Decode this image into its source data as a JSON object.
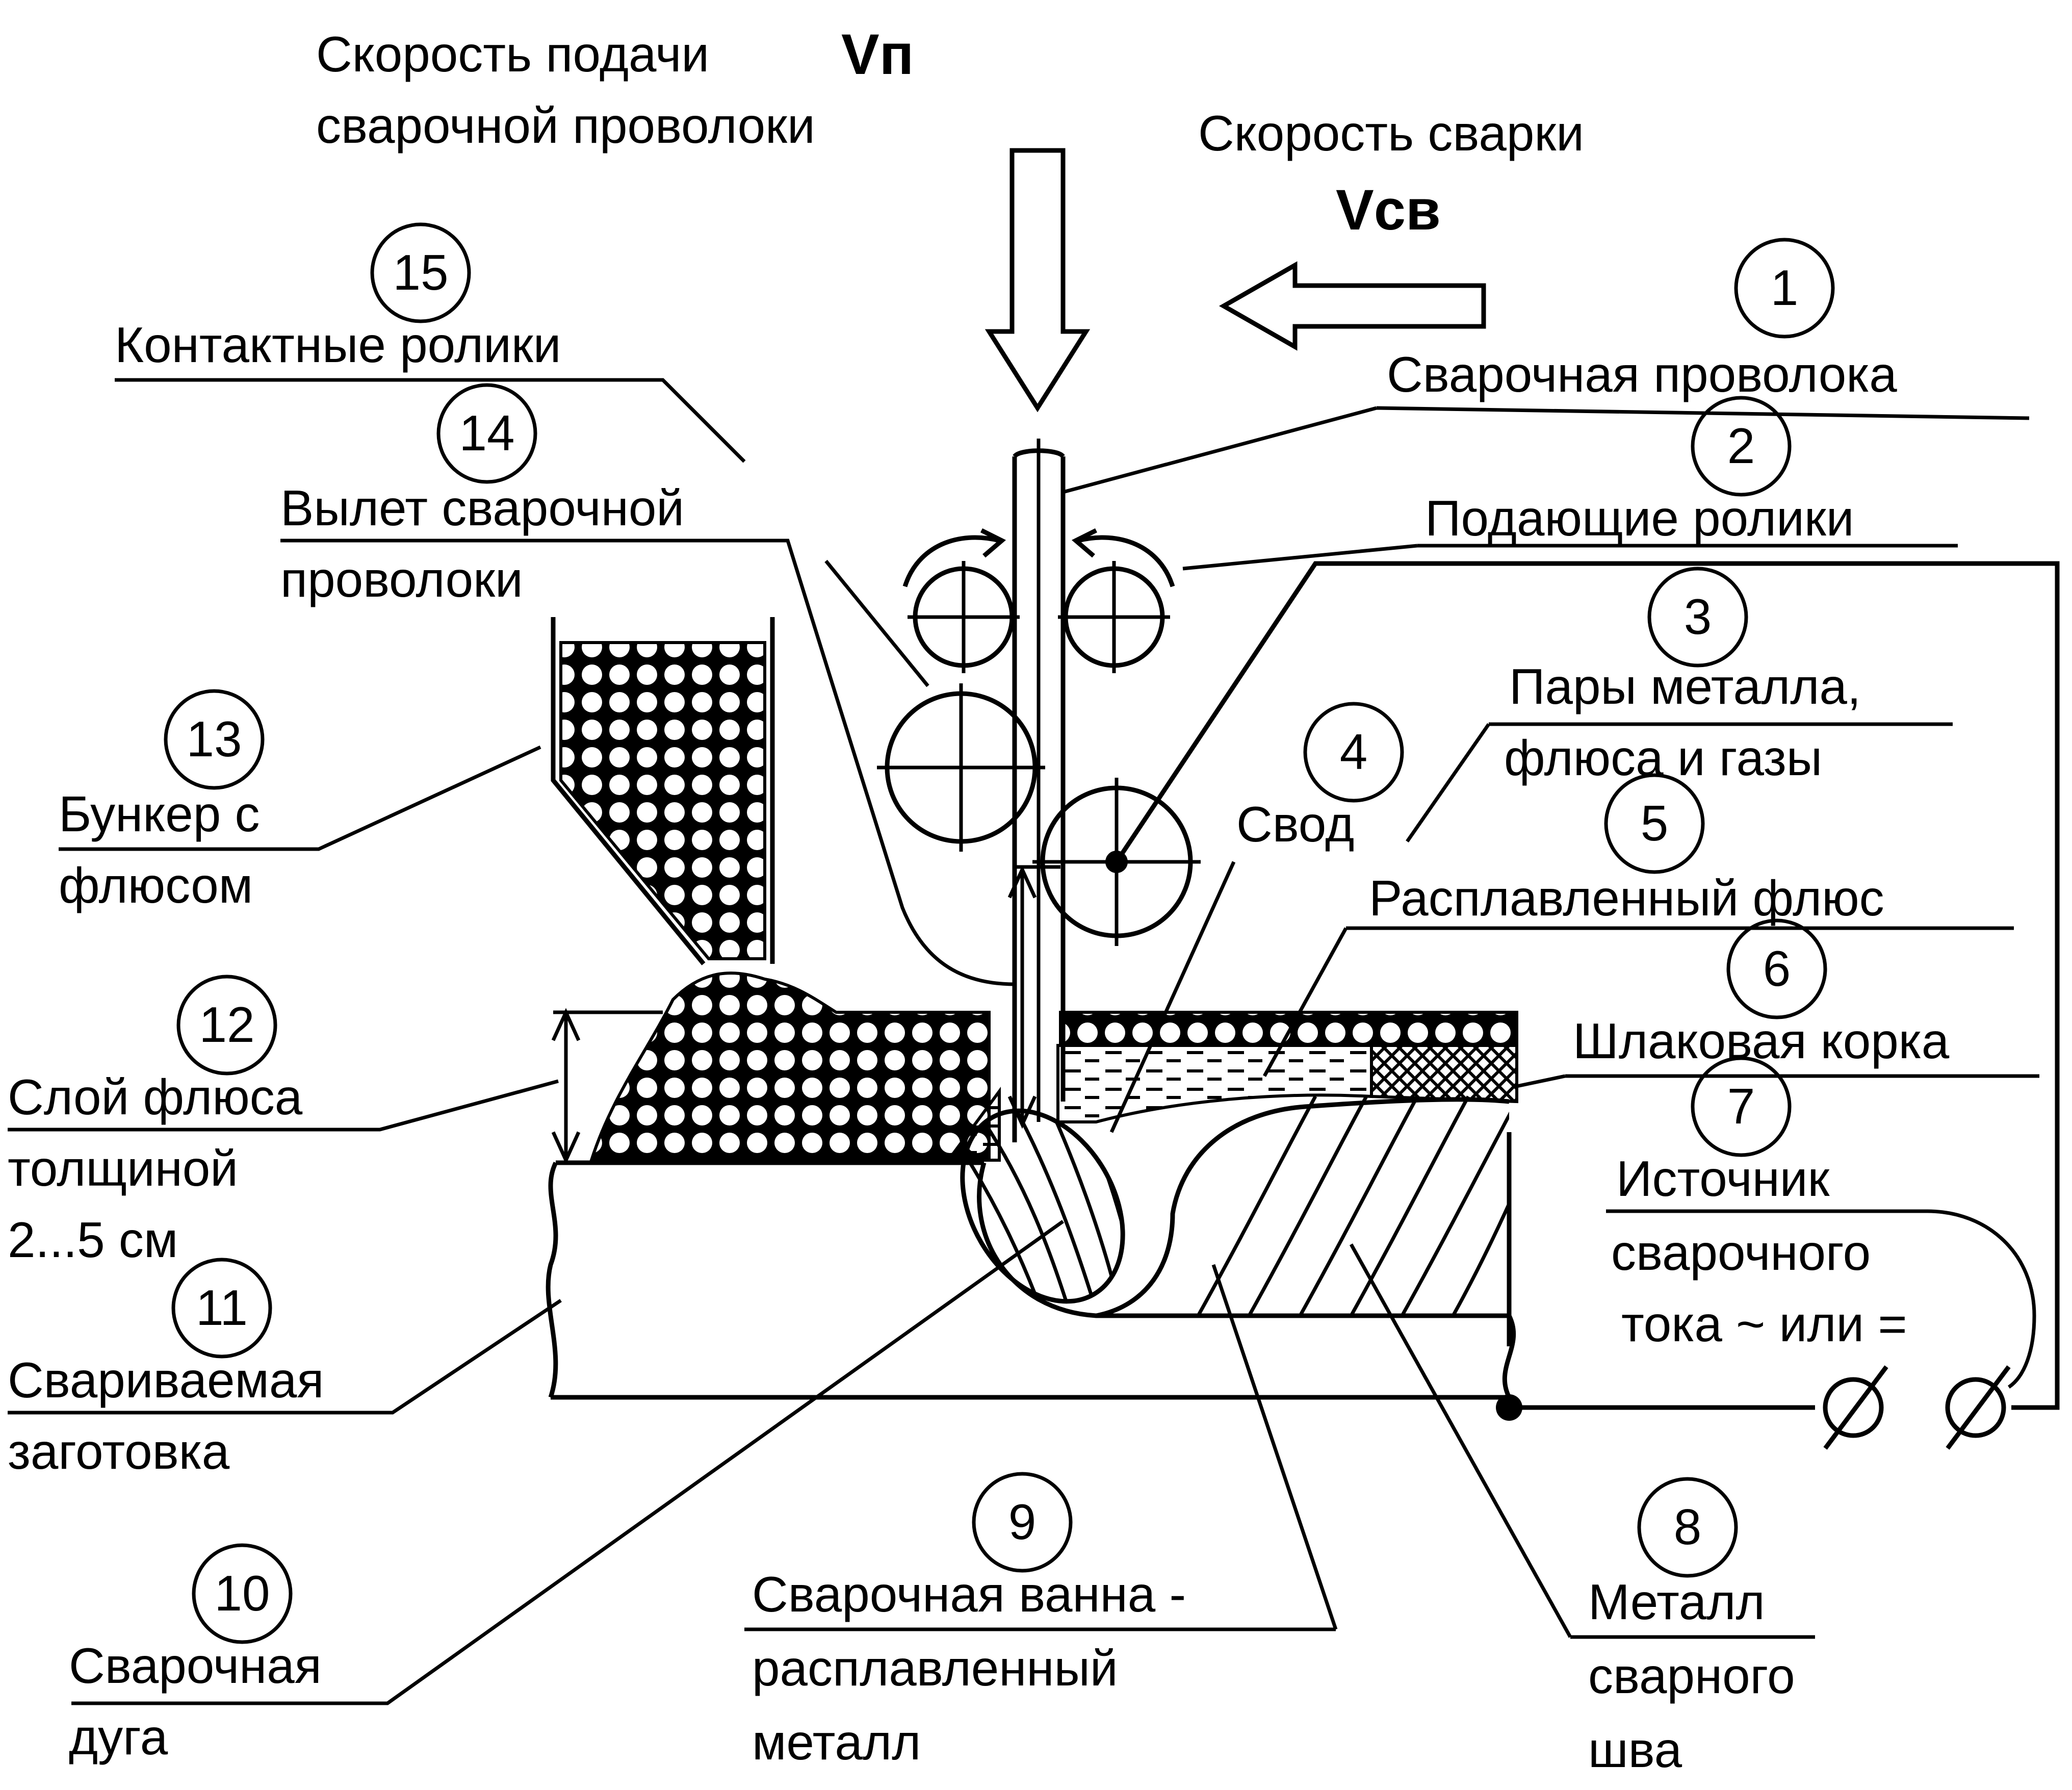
{
  "header": {
    "feed_line1": "Скорость подачи",
    "feed_symbol": "Vп",
    "feed_line2": "сварочной проволоки",
    "weld_speed_label": "Скорость сварки",
    "weld_speed_symbol": "Vсв"
  },
  "callouts": [
    {
      "num": "1",
      "lines": [
        "Сварочная проволока"
      ]
    },
    {
      "num": "2",
      "lines": [
        "Подающие ролики"
      ]
    },
    {
      "num": "3",
      "lines": [
        "Пары металла,",
        "флюса и газы"
      ]
    },
    {
      "num": "4",
      "lines": [
        "Свод"
      ]
    },
    {
      "num": "5",
      "lines": [
        "Расплавленный флюс"
      ]
    },
    {
      "num": "6",
      "lines": [
        "Шлаковая корка"
      ]
    },
    {
      "num": "7",
      "lines": [
        "Источник",
        "сварочного",
        "тока ~ или ="
      ]
    },
    {
      "num": "8",
      "lines": [
        "Металл",
        "сварного",
        "шва"
      ]
    },
    {
      "num": "9",
      "lines": [
        "Сварочная ванна -",
        "расплавленный",
        "металл"
      ]
    },
    {
      "num": "10",
      "lines": [
        "Сварочная",
        "дуга"
      ]
    },
    {
      "num": "11",
      "lines": [
        "Свариваемая",
        "заготовка"
      ]
    },
    {
      "num": "12",
      "lines": [
        "Слой флюса",
        "толщиной",
        "2...5 см"
      ]
    },
    {
      "num": "13",
      "lines": [
        "Бункер с",
        "флюсом"
      ]
    },
    {
      "num": "14",
      "lines": [
        "Вылет сварочной",
        "проволоки"
      ]
    },
    {
      "num": "15",
      "lines": [
        "Контактные ролики"
      ]
    }
  ],
  "icons": {
    "feed_arrow": "arrow-down-icon",
    "weld_arrow": "arrow-left-icon",
    "terminal": "terminal-icon"
  }
}
